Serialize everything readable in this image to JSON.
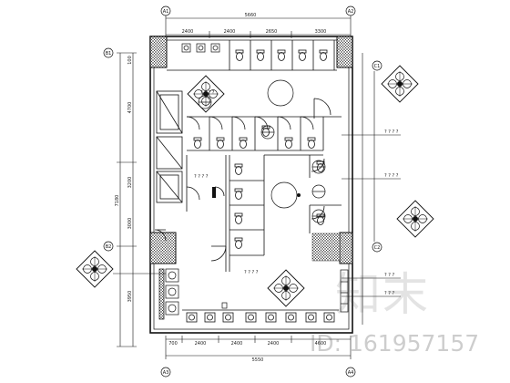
{
  "grid_bubbles": {
    "a1": "A1",
    "a2": "A2",
    "a3": "A3",
    "a4": "A4",
    "b1": "B1",
    "b2": "B2",
    "c1": "C1",
    "c2": "C2"
  },
  "dimensions": {
    "top_total": "5660",
    "top_segments": [
      "2400",
      "2400",
      "2650",
      "3300"
    ],
    "left_total": "7180",
    "left_segments": [
      "4700",
      "3200",
      "3000",
      "3950"
    ],
    "left_top": "100",
    "bottom_total": "5550",
    "bottom_segments": [
      "700",
      "2400",
      "2400",
      "2400",
      "4600"
    ]
  },
  "labels": {
    "upper_room": "? ? ? ?",
    "lower_room": "? ? ? ?",
    "mid_room": "? ? ? ?",
    "note_right_1": "? ? ? ?",
    "note_right_2": "? ? ? ?",
    "note_right_3": "? ? ?",
    "note_right_4": "? ? ?"
  },
  "watermark": {
    "site": "知末",
    "id_text": "ID: 161957157"
  },
  "colors": {
    "line": "#111111",
    "hatch": "#000000",
    "watermark": "#6b6b6b"
  }
}
